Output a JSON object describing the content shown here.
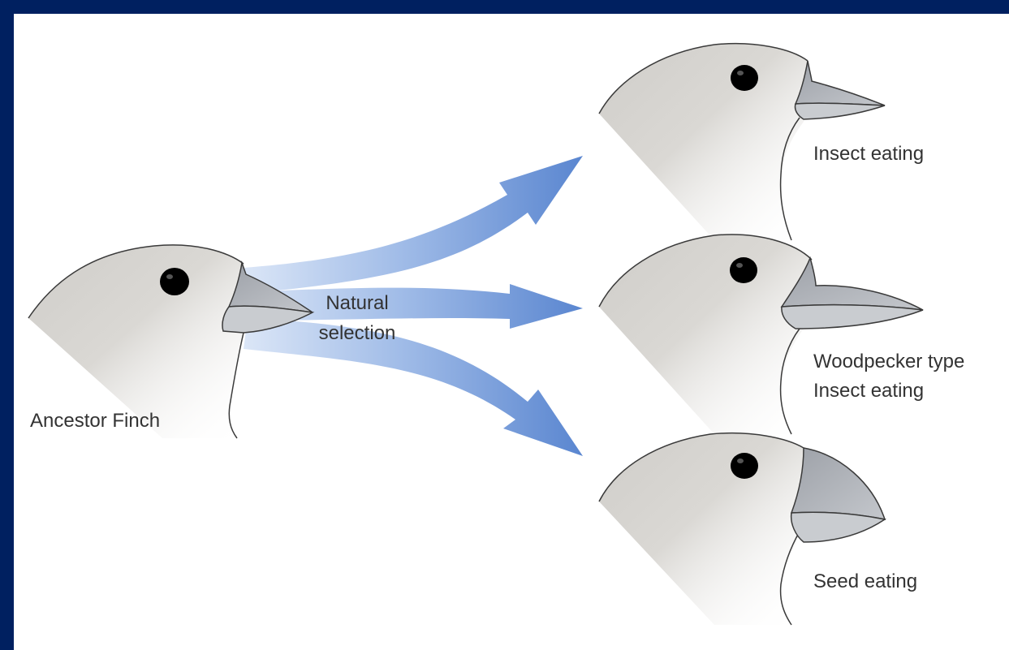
{
  "diagram": {
    "colors": {
      "frame": "#002060",
      "panel": "#ffffff",
      "head_fill": "#d4d2ce",
      "beak_fill": "#a9adb4",
      "arrow": "#5b86cf",
      "outline": "#3a3a3a",
      "text": "#333333"
    },
    "ancestor": {
      "label": "Ancestor Finch"
    },
    "process": {
      "line1": "Natural",
      "line2": "selection"
    },
    "descendants": [
      {
        "line1": "Insect eating",
        "line2": ""
      },
      {
        "line1": "Woodpecker type",
        "line2": "Insect eating"
      },
      {
        "line1": "Seed eating",
        "line2": ""
      }
    ]
  }
}
